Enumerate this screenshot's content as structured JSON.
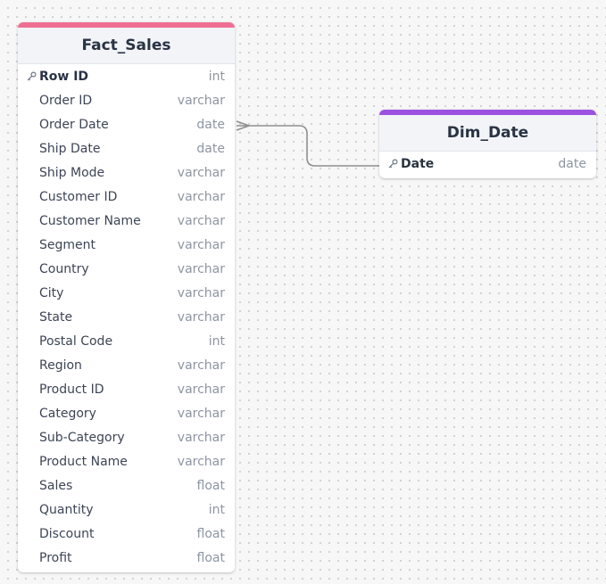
{
  "tables": {
    "fact_sales": {
      "title": "Fact_Sales",
      "accent_color": "#ef6f93",
      "columns": [
        {
          "name": "Row ID",
          "type": "int",
          "primary_key": true
        },
        {
          "name": "Order ID",
          "type": "varchar"
        },
        {
          "name": "Order Date",
          "type": "date"
        },
        {
          "name": "Ship Date",
          "type": "date"
        },
        {
          "name": "Ship Mode",
          "type": "varchar"
        },
        {
          "name": "Customer ID",
          "type": "varchar"
        },
        {
          "name": "Customer Name",
          "type": "varchar"
        },
        {
          "name": "Segment",
          "type": "varchar"
        },
        {
          "name": "Country",
          "type": "varchar"
        },
        {
          "name": "City",
          "type": "varchar"
        },
        {
          "name": "State",
          "type": "varchar"
        },
        {
          "name": "Postal Code",
          "type": "int"
        },
        {
          "name": "Region",
          "type": "varchar"
        },
        {
          "name": "Product ID",
          "type": "varchar"
        },
        {
          "name": "Category",
          "type": "varchar"
        },
        {
          "name": "Sub-Category",
          "type": "varchar"
        },
        {
          "name": "Product Name",
          "type": "varchar"
        },
        {
          "name": "Sales",
          "type": "float"
        },
        {
          "name": "Quantity",
          "type": "int"
        },
        {
          "name": "Discount",
          "type": "float"
        },
        {
          "name": "Profit",
          "type": "float"
        }
      ]
    },
    "dim_date": {
      "title": "Dim_Date",
      "accent_color": "#9b52e0",
      "columns": [
        {
          "name": "Date",
          "type": "date",
          "primary_key": true
        }
      ]
    }
  },
  "relationship": {
    "from_column": "Order Date",
    "to_column": "Date",
    "cardinality": "many-to-one"
  },
  "icons": {
    "primary_key": "key-icon",
    "relationship_end": "crows-foot-icon"
  }
}
